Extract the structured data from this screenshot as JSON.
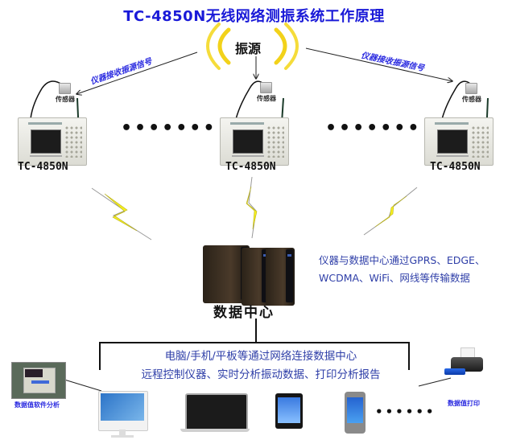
{
  "title": "TC-4850N无线网络测振系统工作原理",
  "vibration_source": {
    "label": "振源",
    "wave_color": "#f2d21a"
  },
  "signal_labels": {
    "left": "仪器接收振源信号",
    "right": "仪器接收振源信号"
  },
  "instruments": [
    {
      "name": "TC-4850N",
      "sensor_label": "传感器"
    },
    {
      "name": "TC-4850N",
      "sensor_label": "传感器"
    },
    {
      "name": "TC-4850N",
      "sensor_label": "传感器"
    }
  ],
  "ellipsis": "•••••••",
  "ellipsis_short": "••••••",
  "network_description": {
    "line1": "仪器与数据中心通过GPRS、EDGE、",
    "line2": "WCDMA、WiFi、网线等传输数据"
  },
  "data_center": {
    "label": "数据中心"
  },
  "client_description": {
    "line1": "电脑/手机/平板等通过网络连接数据中心",
    "line2": "远程控制仪器、实时分析振动数据、打印分析报告"
  },
  "software": {
    "label": "数据值软件分析"
  },
  "printer": {
    "label": "数据值打印"
  },
  "clients": [
    "desktop-computer",
    "laptop",
    "tablet",
    "smartphone"
  ],
  "colors": {
    "title": "#1a1ad8",
    "description_text": "#2f3fa8",
    "lightning": "#f5ef1e"
  }
}
